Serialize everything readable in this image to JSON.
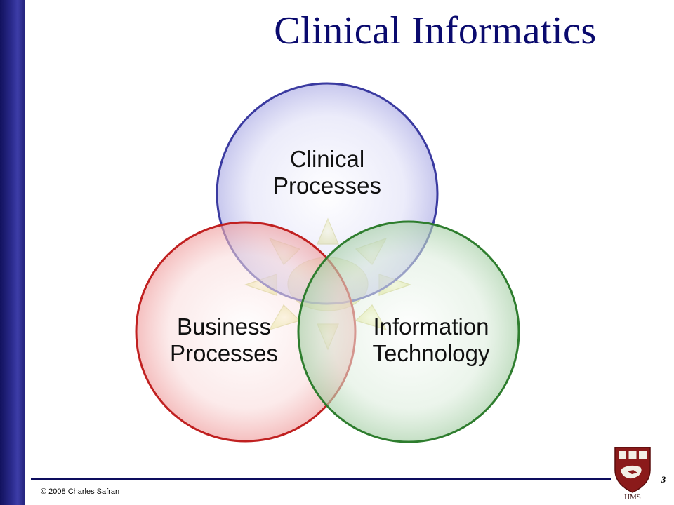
{
  "slide": {
    "title": "Clinical Informatics",
    "page_number": "3"
  },
  "diagram": {
    "circles": [
      {
        "id": "clinical",
        "line1": "Clinical",
        "line2": "Processes",
        "fill": "#c8c8f0",
        "stroke": "#3a3aa0"
      },
      {
        "id": "business",
        "line1": "Business",
        "line2": "Processes",
        "fill": "#f5c8c8",
        "stroke": "#c02020"
      },
      {
        "id": "it",
        "line1": "Information",
        "line2": "Technology",
        "fill": "#cfe4cf",
        "stroke": "#2e7d2e"
      }
    ],
    "burst_color": "#eef0a0"
  },
  "footer": {
    "copyright": "© 2008 Charles Safran",
    "logo_text": "HMS",
    "logo_shield_color": "#8b1a1a"
  },
  "colors": {
    "title": "#0a0a6e",
    "left_bar": "#22227a",
    "footer_rule": "#0d0d5e"
  }
}
